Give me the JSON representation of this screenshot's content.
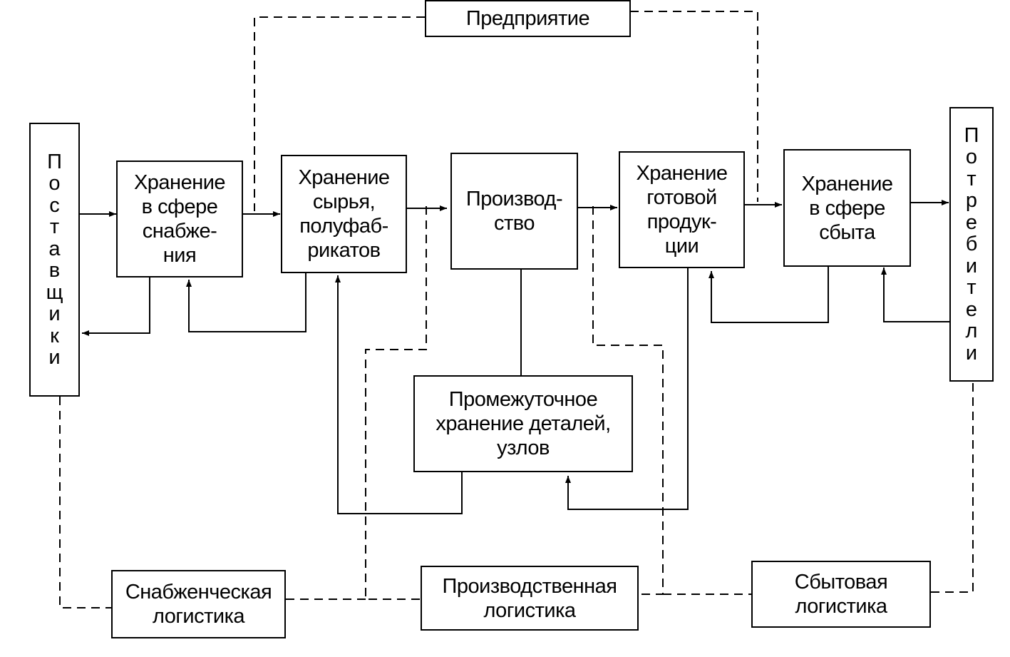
{
  "diagram": {
    "enterprise": "Предприятие",
    "suppliers": "Поставщики",
    "consumers": "Потребители",
    "supply_storage": "Хранение\nв сфере\nснабже-\nния",
    "raw_storage": "Хранение\nсырья,\nполуфаб-\nрикатов",
    "production": "Производ-\nство",
    "finished_storage": "Хранение\nготовой\nпродук-\nции",
    "sales_storage": "Хранение\nв сфере\nсбыта",
    "intermediate_storage": "Промежуточное\nхранение деталей,\nузлов",
    "supply_logistics": "Снабженческая\nлогистика",
    "production_logistics": "Производственная\nлогистика",
    "sales_logistics": "Сбытовая\nлогистика"
  },
  "colors": {
    "line": "#000000",
    "background": "#ffffff"
  }
}
